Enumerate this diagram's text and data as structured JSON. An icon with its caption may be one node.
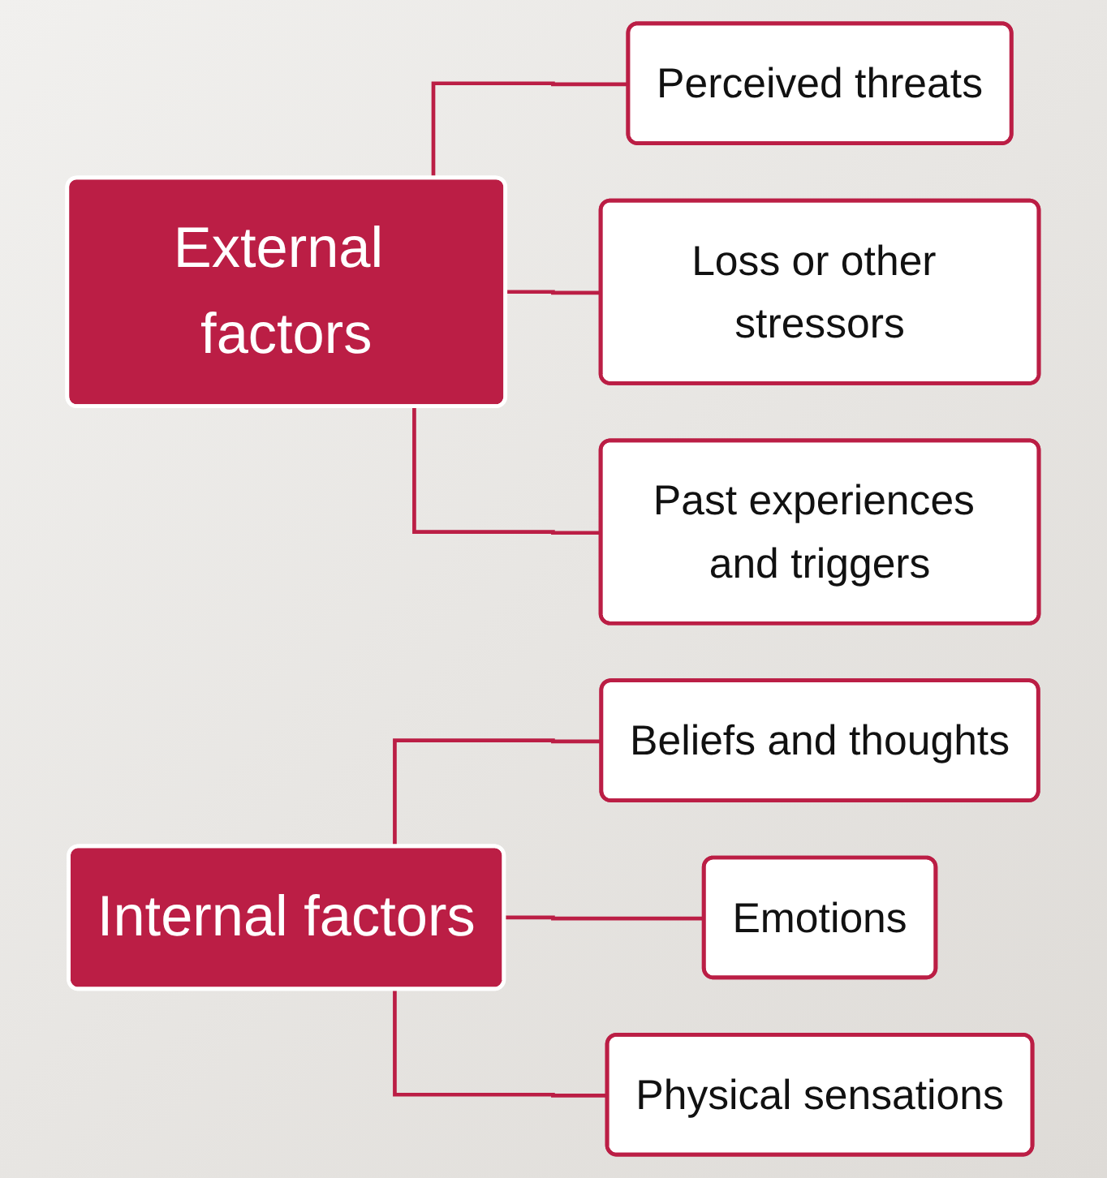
{
  "diagram": {
    "nodes": [
      {
        "text": [
          "External factors"
        ]
      },
      {
        "text": [
          "Perceived threats"
        ]
      },
      {
        "text": [
          "Loss or other stressors"
        ]
      },
      {
        "text": [
          "Past experiences and triggers"
        ]
      },
      {
        "text": [
          "Internal factors"
        ]
      },
      {
        "text": [
          "Beliefs and thoughts"
        ]
      },
      {
        "text": [
          "Emotions"
        ]
      },
      {
        "text": [
          "Physical sensations"
        ]
      }
    ],
    "edges": [
      {
        "from": 0,
        "to": 1,
        "arrow": "none"
      },
      {
        "from": 0,
        "to": 2,
        "arrow": "none"
      },
      {
        "from": 0,
        "to": 3,
        "arrow": "none"
      },
      {
        "from": 4,
        "to": 5,
        "arrow": "none"
      },
      {
        "from": 4,
        "to": 6,
        "arrow": "none"
      },
      {
        "from": 4,
        "to": 7,
        "arrow": "none"
      }
    ]
  }
}
